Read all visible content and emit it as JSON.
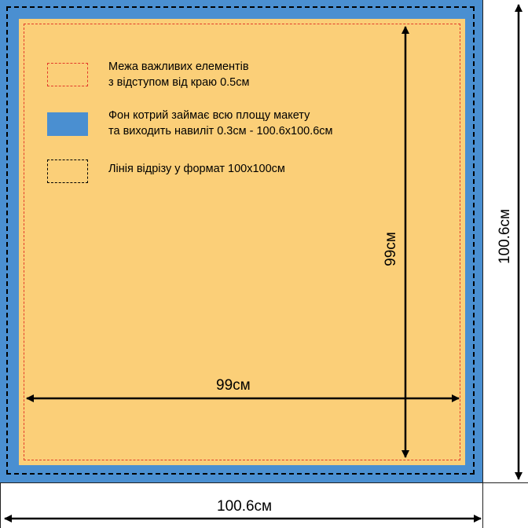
{
  "legend": {
    "safe_zone": {
      "line1": "Межа важливих елементів",
      "line2": "з відступом від краю 0.5см",
      "color": "#e23b2a"
    },
    "bleed": {
      "line1": "Фон котрий займає всю площу макету",
      "line2": "та виходить навиліт 0.3см - 100.6х100.6см",
      "color": "#4a8fd1"
    },
    "trim": {
      "line1": "Лінія відрізу у формат 100х100см",
      "color": "#000000"
    }
  },
  "dimensions": {
    "inner_horizontal": "99см",
    "inner_vertical": "99см",
    "outer_horizontal": "100.6см",
    "outer_vertical": "100.6см"
  },
  "colors": {
    "product_area": "#fbcf78",
    "bleed_area": "#4a8fd1"
  }
}
